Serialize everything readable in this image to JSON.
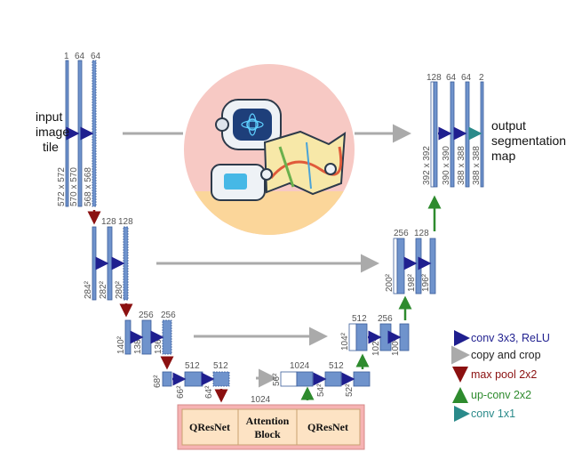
{
  "input_label": [
    "input",
    "image",
    "tile"
  ],
  "output_label": [
    "output",
    "segmentation",
    "map"
  ],
  "channels": {
    "enc1": [
      "1",
      "64",
      "64"
    ],
    "enc2": [
      "128",
      "128"
    ],
    "enc3": [
      "256",
      "256"
    ],
    "enc4": [
      "512",
      "512"
    ],
    "bottleneck_bottom": "1024",
    "dec4": [
      "1024",
      "512"
    ],
    "dec3": [
      "512",
      "256"
    ],
    "dec2": [
      "256",
      "128"
    ],
    "dec1": [
      "128",
      "64",
      "64",
      "2"
    ]
  },
  "sizes": {
    "enc1": [
      "572 x 572",
      "570 x 570",
      "568 x 568"
    ],
    "enc2": [
      "284²",
      "282²",
      "280²"
    ],
    "enc3": [
      "140²",
      "138²",
      "136²"
    ],
    "enc4": [
      "68²",
      "66²",
      "64²"
    ],
    "dec4": [
      "56²",
      "54²",
      "52²"
    ],
    "dec3": [
      "104²",
      "102²",
      "100²"
    ],
    "dec2": [
      "200²",
      "198²",
      "196²"
    ],
    "dec1": [
      "392 x 392",
      "390 x 390",
      "388 x 388",
      "388 x 388"
    ]
  },
  "bottleneck": {
    "left": "QResNet",
    "middle": [
      "Attention",
      "Block"
    ],
    "right": "QResNet"
  },
  "legend": [
    {
      "label": "conv 3x3, ReLU",
      "color": "#1f1f8f",
      "text_color": "#1f1f8f"
    },
    {
      "label": "copy and crop",
      "color": "#aaaaaa",
      "text_color": "#222222"
    },
    {
      "label": "max pool 2x2",
      "color": "#8b1010",
      "text_color": "#8b1010"
    },
    {
      "label": "up-conv 2x2",
      "color": "#2e8b2e",
      "text_color": "#2e8b2e"
    },
    {
      "label": "conv 1x1",
      "color": "#2a8a8a",
      "text_color": "#2a8a8a"
    }
  ],
  "colors": {
    "bar": "#6f93cc",
    "bar_edge": "#3a5d9a",
    "conv_arrow": "#1f1f8f",
    "copy_arrow": "#aaaaaa",
    "pool_arrow": "#8b1010",
    "upconv_arrow": "#2e8b2e",
    "conv1x1_arrow": "#2a8a8a",
    "bottleneck_fill": "#fde3c4",
    "bottleneck_outer": "#f6b3b3",
    "illustration_bg": "#f7c9c4",
    "illustration_ground": "#fbd69a"
  }
}
